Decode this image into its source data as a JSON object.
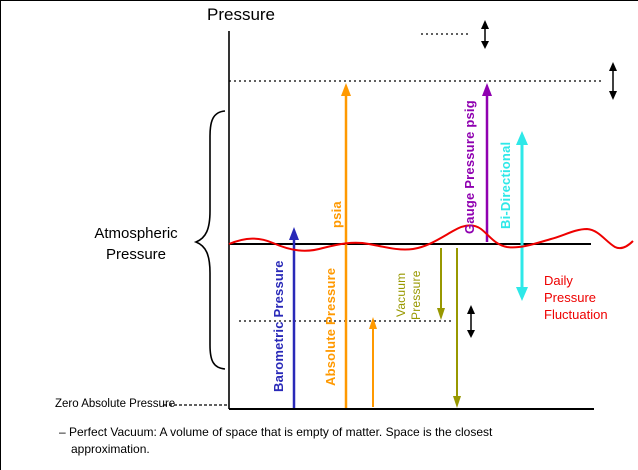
{
  "title": "Pressure",
  "left_labels": {
    "atmospheric_line1": "Atmospheric",
    "atmospheric_line2": "Pressure",
    "zero_absolute": "Zero Absolute Pressure"
  },
  "measurements": {
    "barometric": {
      "label": "Barometric Pressure",
      "color": "#2929b8"
    },
    "absolute": {
      "label": "Absolute Pressure",
      "unit": "psia",
      "color": "#ff9900"
    },
    "vacuum": {
      "label_line1": "Vacuum",
      "label_line2": "Pressure",
      "color": "#989800"
    },
    "gauge": {
      "label": "Gauge Pressure psig",
      "color": "#8f00b0"
    },
    "bidirectional": {
      "label": "Bi-Directional",
      "color": "#2ee8e8"
    },
    "daily_fluctuation": {
      "label_line1": "Daily",
      "label_line2": "Pressure",
      "label_line3": "Fluctuation",
      "color": "#ee0000"
    }
  },
  "footnote": {
    "line1": "– Perfect Vacuum: A volume of space that is empty of matter. Space is the closest",
    "line2": "approximation."
  }
}
